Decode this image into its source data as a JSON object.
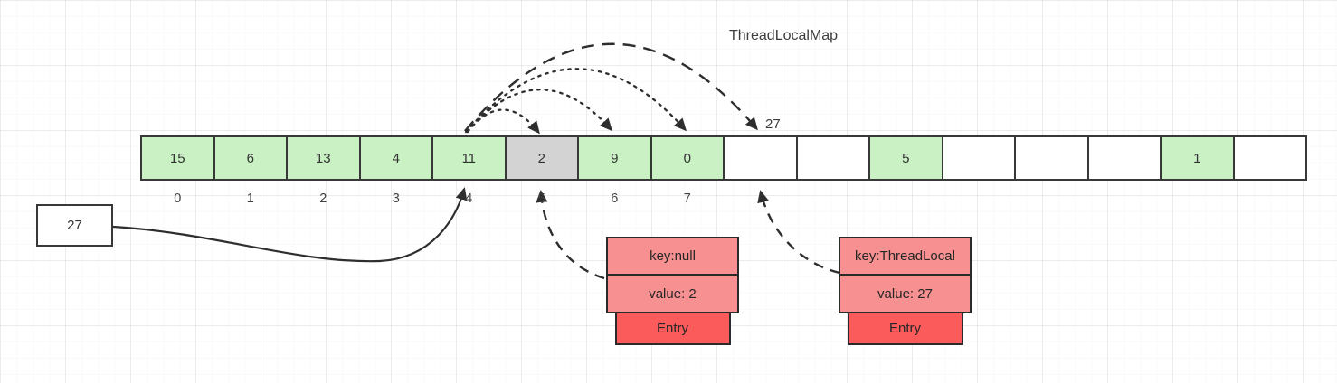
{
  "title": "ThreadLocalMap",
  "array": {
    "cells": [
      {
        "value": "15",
        "kind": "occupied",
        "index": "0"
      },
      {
        "value": "6",
        "kind": "occupied",
        "index": "1"
      },
      {
        "value": "13",
        "kind": "occupied",
        "index": "2"
      },
      {
        "value": "4",
        "kind": "occupied",
        "index": "3"
      },
      {
        "value": "11",
        "kind": "occupied",
        "index": "4"
      },
      {
        "value": "2",
        "kind": "stale",
        "index": "5"
      },
      {
        "value": "9",
        "kind": "occupied",
        "index": "6"
      },
      {
        "value": "0",
        "kind": "occupied",
        "index": "7"
      },
      {
        "value": "",
        "kind": "empty",
        "index": ""
      },
      {
        "value": "",
        "kind": "empty",
        "index": ""
      },
      {
        "value": "5",
        "kind": "occupied",
        "index": ""
      },
      {
        "value": "",
        "kind": "empty",
        "index": ""
      },
      {
        "value": "",
        "kind": "empty",
        "index": ""
      },
      {
        "value": "",
        "kind": "empty",
        "index": ""
      },
      {
        "value": "1",
        "kind": "occupied",
        "index": ""
      },
      {
        "value": "",
        "kind": "empty",
        "index": ""
      }
    ]
  },
  "incoming_box": {
    "value": "27"
  },
  "placement_label": "27",
  "entries": [
    {
      "key": "key:null",
      "value": "value: 2",
      "label": "Entry"
    },
    {
      "key": "key:ThreadLocal",
      "value": "value: 27",
      "label": "Entry"
    }
  ],
  "colors": {
    "cell-occupied": "#c9f1c3",
    "cell-stale": "#d3d3d3",
    "cell-empty": "#ffffff",
    "entry-row": "#f79090",
    "entry-tab": "#fb5b5b",
    "line": "#2e2e2e",
    "border": "#383838"
  }
}
